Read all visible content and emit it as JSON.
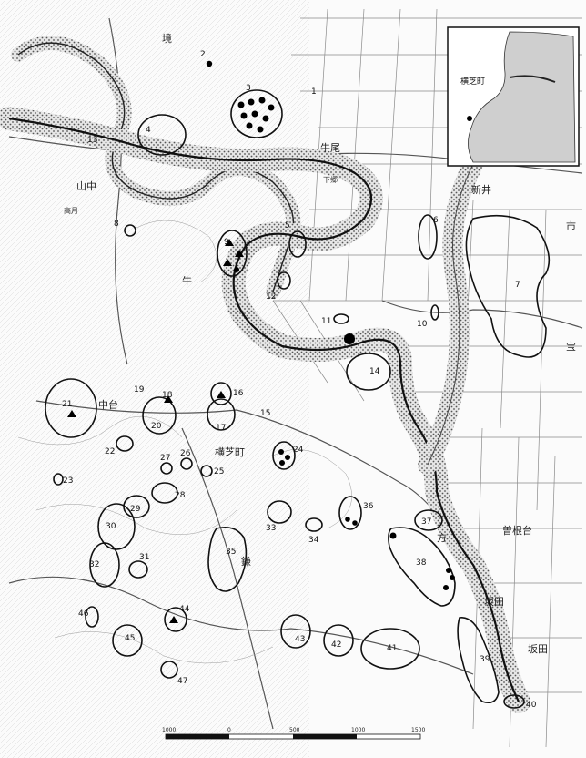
{
  "colors": {
    "background": "#fbfbfb",
    "river_band": "#d9d9d9",
    "outline": "#111111",
    "road": "#555555",
    "grid": "#8a8a8a",
    "marker": "#000000"
  },
  "map": {
    "sites": [
      {
        "id": "1",
        "label": "1"
      },
      {
        "id": "2",
        "label": "2"
      },
      {
        "id": "3",
        "label": "3"
      },
      {
        "id": "4",
        "label": "4"
      },
      {
        "id": "5",
        "label": "5"
      },
      {
        "id": "6",
        "label": "6"
      },
      {
        "id": "7",
        "label": "7"
      },
      {
        "id": "8",
        "label": "8"
      },
      {
        "id": "9",
        "label": "9"
      },
      {
        "id": "10",
        "label": "10"
      },
      {
        "id": "11",
        "label": "11"
      },
      {
        "id": "12",
        "label": "12"
      },
      {
        "id": "13",
        "label": "13"
      },
      {
        "id": "14",
        "label": "14"
      },
      {
        "id": "15",
        "label": "15"
      },
      {
        "id": "16",
        "label": "16"
      },
      {
        "id": "17",
        "label": "17"
      },
      {
        "id": "18",
        "label": "18"
      },
      {
        "id": "19",
        "label": "19"
      },
      {
        "id": "20",
        "label": "20"
      },
      {
        "id": "21",
        "label": "21"
      },
      {
        "id": "22",
        "label": "22"
      },
      {
        "id": "23",
        "label": "23"
      },
      {
        "id": "24",
        "label": "24"
      },
      {
        "id": "25",
        "label": "25"
      },
      {
        "id": "26",
        "label": "26"
      },
      {
        "id": "27",
        "label": "27"
      },
      {
        "id": "28",
        "label": "28"
      },
      {
        "id": "29",
        "label": "29"
      },
      {
        "id": "30",
        "label": "30"
      },
      {
        "id": "31",
        "label": "31"
      },
      {
        "id": "32",
        "label": "32"
      },
      {
        "id": "33",
        "label": "33"
      },
      {
        "id": "34",
        "label": "34"
      },
      {
        "id": "35",
        "label": "35"
      },
      {
        "id": "36",
        "label": "36"
      },
      {
        "id": "37",
        "label": "37"
      },
      {
        "id": "38",
        "label": "38"
      },
      {
        "id": "39",
        "label": "39"
      },
      {
        "id": "40",
        "label": "40"
      },
      {
        "id": "41",
        "label": "41"
      },
      {
        "id": "42",
        "label": "42"
      },
      {
        "id": "43",
        "label": "43"
      },
      {
        "id": "44",
        "label": "44"
      },
      {
        "id": "45",
        "label": "45"
      },
      {
        "id": "46",
        "label": "46"
      },
      {
        "id": "47",
        "label": "47"
      }
    ],
    "place_names": [
      {
        "id": "sakai",
        "text": "境"
      },
      {
        "id": "ushio",
        "text": "牛尾"
      },
      {
        "id": "ushio_hiragana",
        "text": "牛"
      },
      {
        "id": "shimogo",
        "text": "下郷"
      },
      {
        "id": "arai",
        "text": "新井"
      },
      {
        "id": "yamanaka",
        "text": "山中"
      },
      {
        "id": "takatsuki",
        "text": "高月"
      },
      {
        "id": "nakadai",
        "text": "中台"
      },
      {
        "id": "yokoshibamachi",
        "text": "横芝町"
      },
      {
        "id": "takara",
        "text": "宝"
      },
      {
        "id": "sonedai",
        "text": "曽根台"
      },
      {
        "id": "sakata",
        "text": "坂田"
      },
      {
        "id": "sakata2",
        "text": "坂田"
      },
      {
        "id": "hokata",
        "text": "方"
      },
      {
        "id": "ichi",
        "text": "市"
      },
      {
        "id": "kama",
        "text": "鎌"
      }
    ],
    "inset": {
      "label": "横芝町"
    },
    "scale_bar": {
      "ticks": [
        "1000",
        "0",
        "500",
        "1000",
        "1500"
      ]
    }
  }
}
